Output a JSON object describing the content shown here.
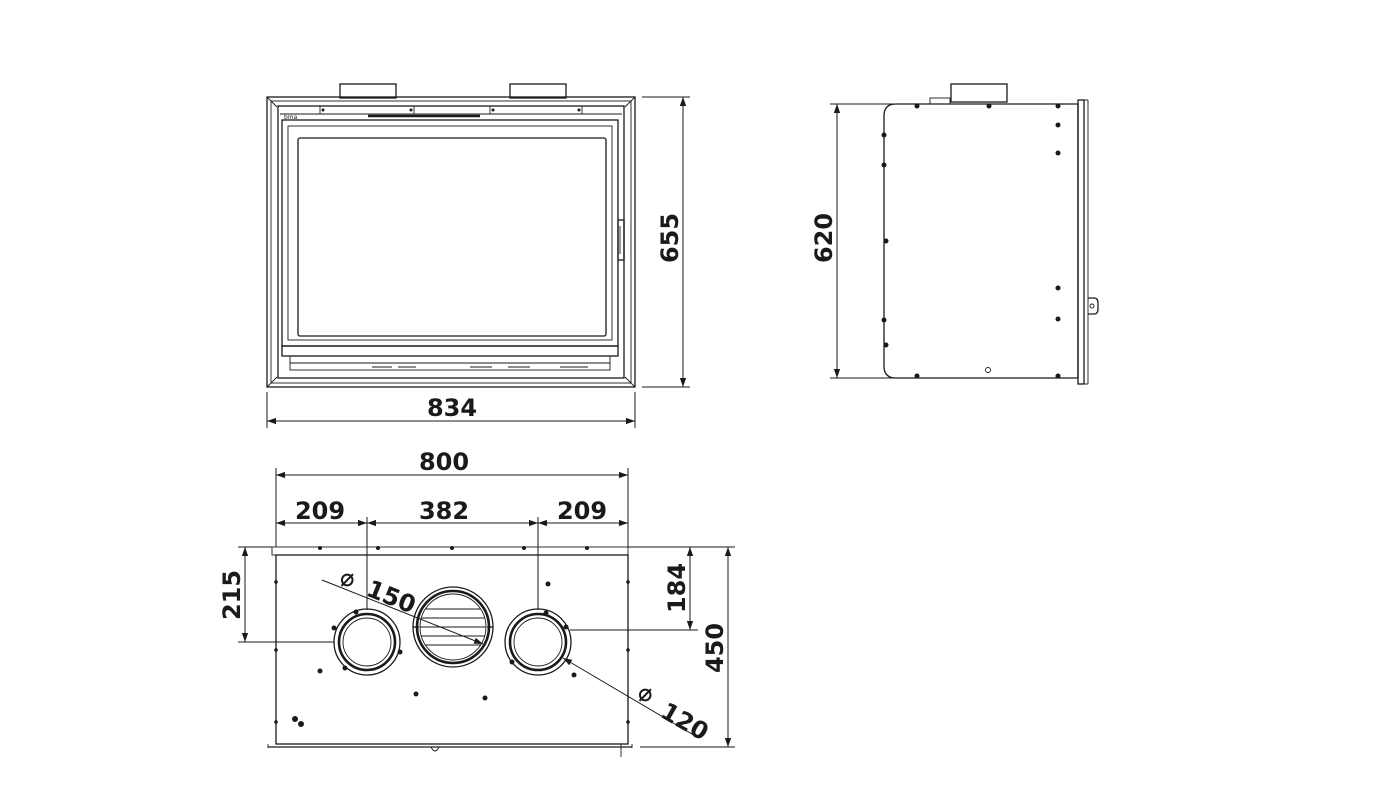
{
  "front_view": {
    "height_label": "655",
    "width_label": "834"
  },
  "side_view": {
    "height_label": "620"
  },
  "top_view": {
    "overall_width_label": "800",
    "left_offset_label": "209",
    "center_spacing_label": "382",
    "right_offset_label": "209",
    "left_depth_label": "215",
    "right_depth_label": "184",
    "overall_depth_label": "450",
    "large_diameter_label": "150",
    "small_diameter_label": "120",
    "diameter_symbol": "⌀"
  }
}
